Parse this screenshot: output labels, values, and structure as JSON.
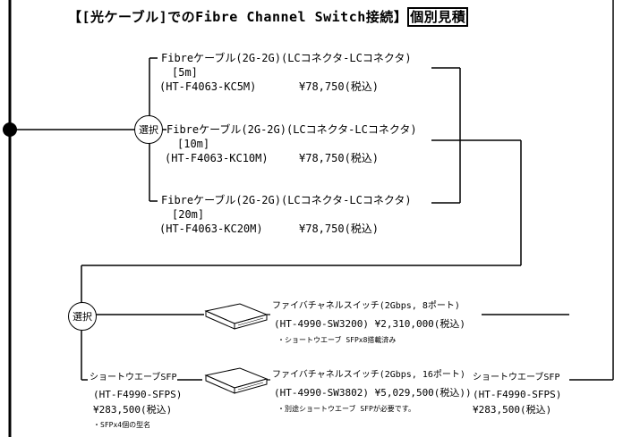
{
  "title": {
    "main": "【[光ケーブル]でのFibre Channel Switch接続】",
    "boxed": "個別見積"
  },
  "cables": [
    {
      "name": "Fibreケーブル(2G-2G)(LCコネクタ-LCコネクタ)",
      "length": "[5m]",
      "part": "(HT-F4063-KC5M)",
      "price": "¥78,750(税込)"
    },
    {
      "name": "Fibreケーブル(2G-2G)(LCコネクタ-LCコネクタ)",
      "length": "[10m]",
      "part": "(HT-F4063-KC10M)",
      "price": "¥78,750(税込)"
    },
    {
      "name": "Fibreケーブル(2G-2G)(LCコネクタ-LCコネクタ)",
      "length": "[20m]",
      "part": "(HT-F4063-KC20M)",
      "price": "¥78,750(税込)"
    }
  ],
  "select_label": "選択",
  "switches": [
    {
      "name": "ファイバチャネルスイッチ(2Gbps, 8ポート)",
      "part_price": "(HT-4990-SW3200) ¥2,310,000(税込)",
      "note": "・ショートウエーブ SFPx8搭載済み"
    },
    {
      "name": "ファイバチャネルスイッチ(2Gbps, 16ポート)",
      "part_price": "(HT-4990-SW3802) ¥5,029,500(税込))",
      "note": "・別途ショートウエーブ SFPが必要です。"
    }
  ],
  "sfp_left": {
    "name": "ショートウエーブSFP",
    "part": "(HT-F4990-SFPS)",
    "price": "¥283,500(税込)",
    "note": "・SFPx4個の型名"
  },
  "sfp_right": {
    "name": "ショートウエーブSFP",
    "part": "(HT-F4990-SFPS)",
    "price": "¥283,500(税込)"
  }
}
